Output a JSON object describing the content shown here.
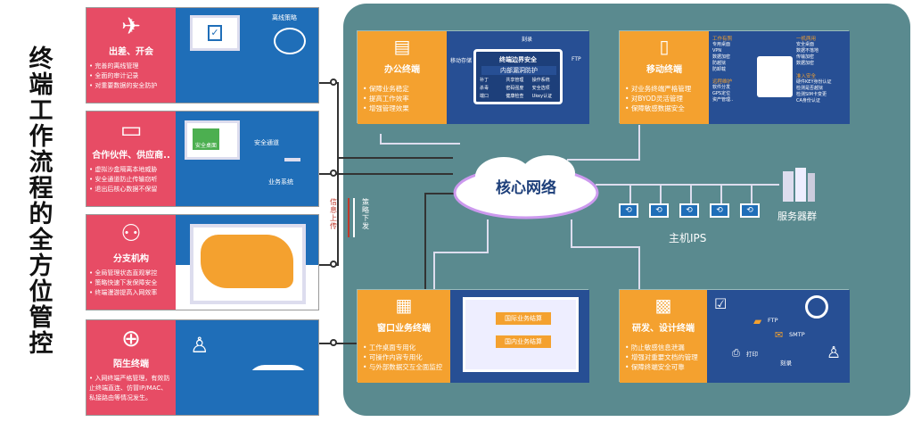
{
  "page_title": "终端工作流程的全方位管控",
  "left_panels": [
    {
      "title": "出差、开会",
      "bullets": [
        "完善的离线管理",
        "全面的审计记录",
        "对重要数据的安全防护"
      ],
      "img_labels": [
        "离线策略"
      ]
    },
    {
      "title": "合作伙伴、供应商..",
      "bullets": [
        "虚拟沙盒隔离本地威胁",
        "安全通道防止传输窃听",
        "退出后核心数据不保留"
      ],
      "img_labels": [
        "安全桌面",
        "安全通道",
        "业务系统"
      ]
    },
    {
      "title": "分支机构",
      "bullets": [
        "全局管理状态直观掌控",
        "策略快速下发保障安全",
        "终端漫游提高入网效率"
      ],
      "img_labels": []
    },
    {
      "title": "陌生终端",
      "bullets": [
        "入网终端严格管理，有效防止终端直连、仿冒IP/MAC、私接路由等情况发生。"
      ],
      "img_labels": []
    }
  ],
  "flow": {
    "up": "信息上传",
    "down": "策略下发"
  },
  "office": {
    "title": "办公终端",
    "bullets": [
      "保障业务稳定",
      "提高工作效率",
      "增强管理效果"
    ],
    "boundary": "终端边界安全",
    "leak": "内部漏洞防护",
    "items": [
      "补丁",
      "共享管理",
      "操作系统",
      "杀毒",
      "密码强度",
      "安全选项",
      "端口",
      "健康检查",
      "Ukey认证"
    ],
    "arc_labels": [
      "刻录",
      "移动存储",
      "FTP"
    ]
  },
  "mobile": {
    "title": "移动终端",
    "bullets": [
      "对业务终端严格管理",
      "对BYOD灵活管理",
      "保障敏感数据安全"
    ],
    "left_heads": [
      "工作有照",
      "远程维护"
    ],
    "left_items": [
      "专用桌面",
      "VPN",
      "数据加密",
      "防越狱",
      "防卸载",
      "软件分发",
      "GPS定位",
      "资产管理.."
    ],
    "right_heads": [
      "一机两用",
      "准入安全"
    ],
    "right_items": [
      "安全桌面",
      "数据不落地",
      "传输加密",
      "数据加密",
      "硬件KEY身份认证",
      "检测是否越狱",
      "检测SIM卡变更",
      "CA身份认证"
    ]
  },
  "core": {
    "label": "核心网络"
  },
  "servers": {
    "label": "服务器群"
  },
  "ips": {
    "label": "主机IPS"
  },
  "window": {
    "title": "窗口业务终端",
    "bullets": [
      "工作桌面专用化",
      "可操作内容专用化",
      "与外部数据交互全面监控"
    ],
    "tags": [
      "国际业务结算",
      "国内业务结算"
    ]
  },
  "rd": {
    "title": "研发、设计终端",
    "bullets": [
      "防止敏感信息泄漏",
      "增强对重要文档的管理",
      "保障终端安全可靠"
    ],
    "labels": [
      "FTP",
      "SMTP",
      "打印",
      "刻录"
    ]
  },
  "colors": {
    "red": "#e74c65",
    "blue": "#1f6eb8",
    "orange": "#f4a12f",
    "teal": "#5a8a8f"
  }
}
